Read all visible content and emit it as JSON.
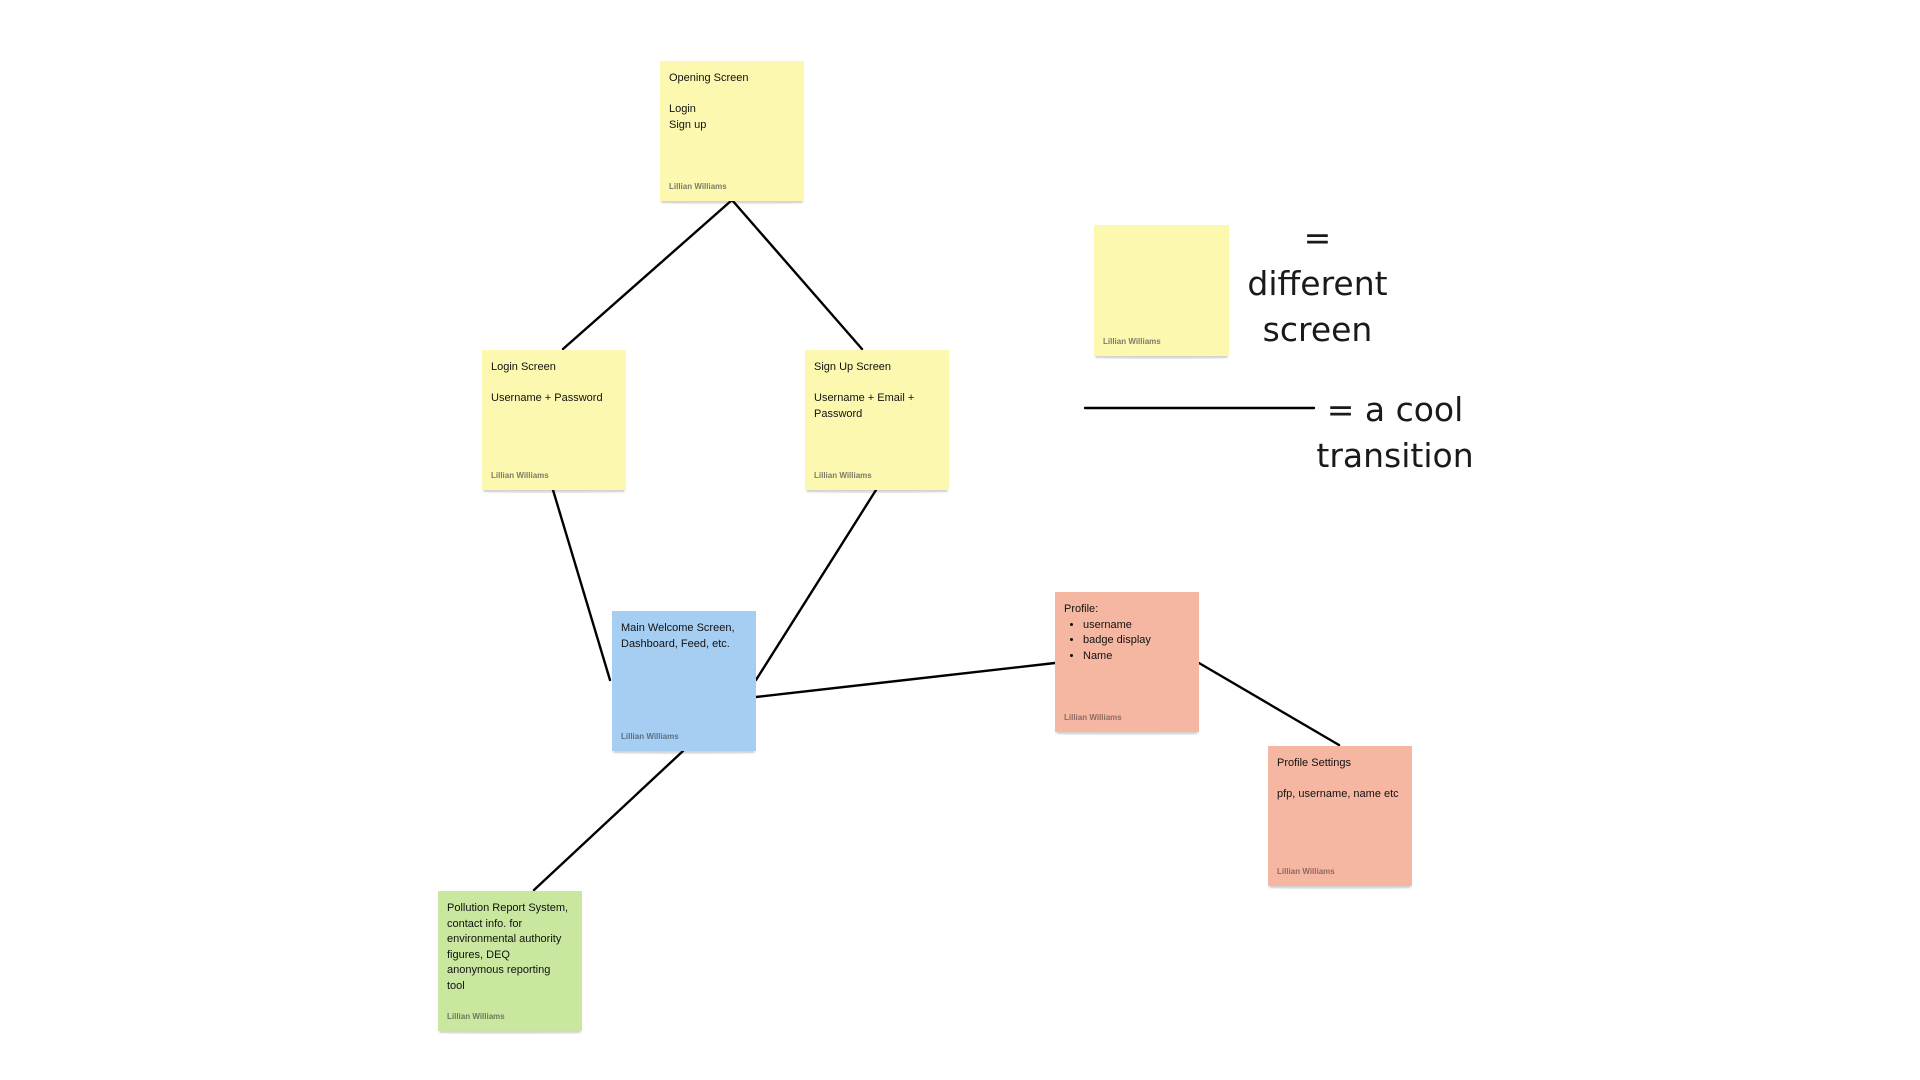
{
  "notes": {
    "opening": {
      "text": "Opening Screen\n\nLogin\nSign up",
      "author": "Lillian Williams",
      "color": "#fdf8b0"
    },
    "login": {
      "text": "Login Screen\n\nUsername + Password",
      "author": "Lillian Williams",
      "color": "#fdf8b0"
    },
    "signup": {
      "text": "Sign Up Screen\n\nUsername + Email +\nPassword",
      "author": "Lillian Williams",
      "color": "#fdf8b0"
    },
    "main": {
      "text": "Main Welcome Screen,\nDashboard, Feed, etc.",
      "author": "Lillian Williams",
      "color": "#a6cef3"
    },
    "profile": {
      "title": "Profile:",
      "items": [
        "username",
        "badge display",
        "Name"
      ],
      "author": "Lillian Williams",
      "color": "#f6b7a2"
    },
    "profile_settings": {
      "text": "Profile Settings\n\npfp, username, name etc",
      "author": "Lillian Williams",
      "color": "#f6b7a2"
    },
    "pollution": {
      "text": "Pollution Report System,\ncontact info. for\nenvironmental authority\nfigures, DEQ\nanonymous reporting\ntool",
      "author": "Lillian Williams",
      "color": "#c9e79f"
    }
  },
  "legend": {
    "sticky_author": "Lillian Williams",
    "sticky_meaning": "=\ndifferent\nscreen",
    "line_meaning": "= a cool\ntransition"
  },
  "colors": {
    "yellow": "#fdf8b0",
    "blue": "#a6cef3",
    "salmon": "#f6b7a2",
    "green": "#c9e79f",
    "connector": "#000000"
  }
}
